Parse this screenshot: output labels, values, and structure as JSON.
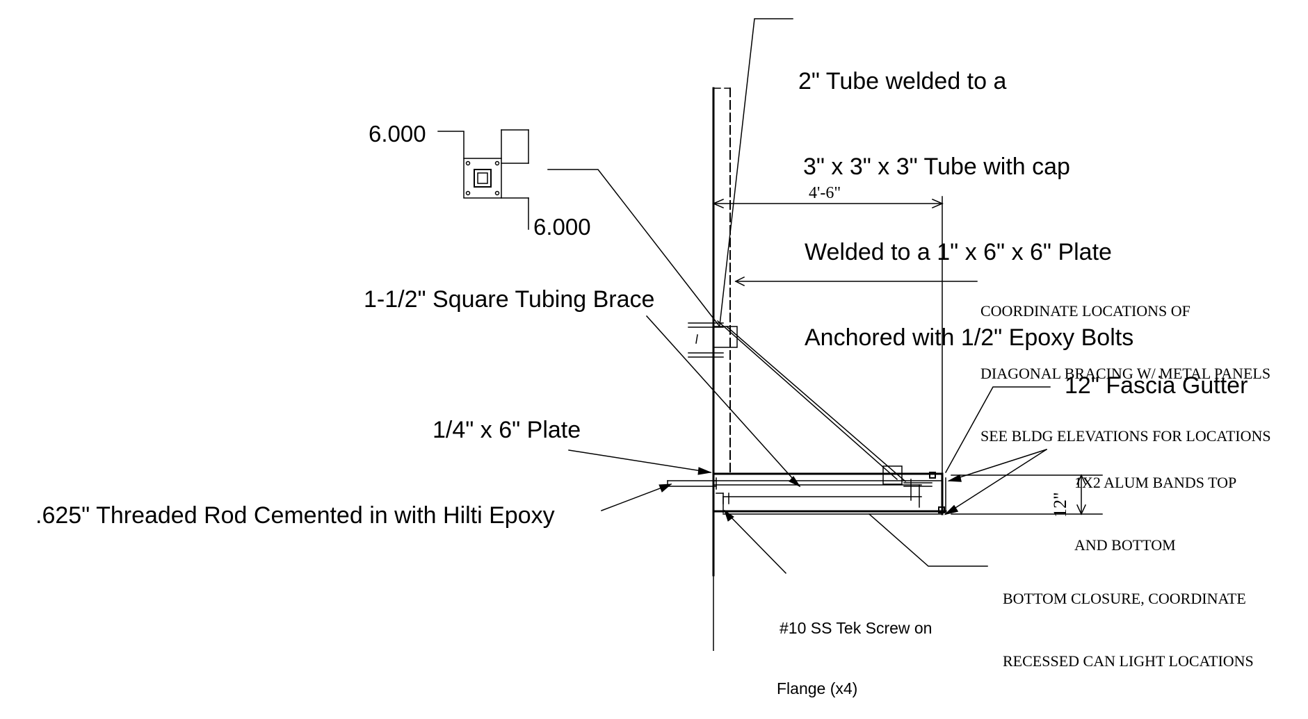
{
  "labels": {
    "tube_callout": [
      "2\" Tube welded to a",
      "3\" x 3\" x 3\" Tube with cap",
      "Welded to a 1\" x 6\" x 6\" Plate",
      "Anchored with 1/2\" Epoxy Bolts"
    ],
    "plate_dim_top": "6.000",
    "plate_dim_right": "6.000",
    "span_dim": "4'-6\"",
    "bracing_note": [
      "COORDINATE LOCATIONS OF",
      "DIAGONAL BRACING W/ METAL PANELS",
      "SEE BLDG ELEVATIONS FOR LOCATIONS"
    ],
    "brace": "1-1/2\" Square Tubing Brace",
    "gutter": "12\" Fascia Gutter",
    "alum_bands": [
      "1X2 ALUM BANDS TOP",
      "AND BOTTOM"
    ],
    "plate": "1/4\" x 6\" Plate",
    "height_dim": "12\"",
    "rod": ".625\" Threaded Rod Cemented in with Hilti Epoxy",
    "closure": [
      "BOTTOM CLOSURE, COORDINATE",
      "RECESSED CAN LIGHT LOCATIONS"
    ],
    "screw": [
      "#10 SS Tek Screw on",
      "Flange (x4)"
    ]
  }
}
